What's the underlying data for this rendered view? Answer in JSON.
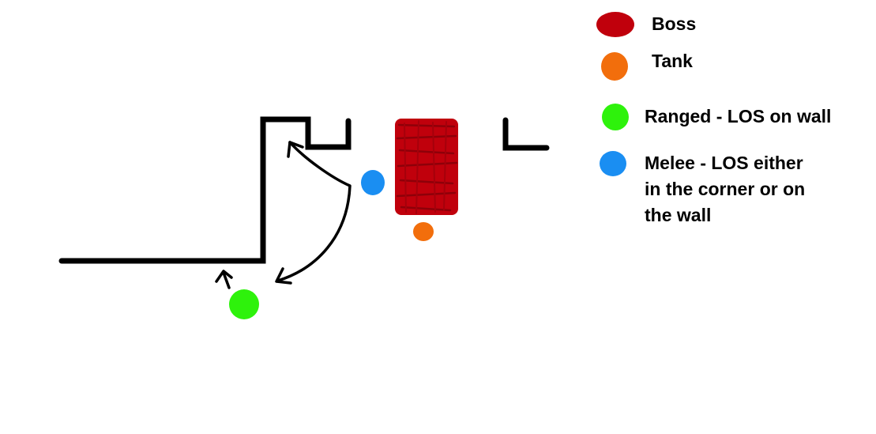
{
  "colors": {
    "boss": "#c0000c",
    "tank": "#f26e0c",
    "ranged": "#2ef20c",
    "melee": "#1a8ef2",
    "wall": "#000000"
  },
  "legend": [
    {
      "role": "boss",
      "label": "Boss",
      "color": "#c0000c"
    },
    {
      "role": "tank",
      "label": "Tank",
      "color": "#f26e0c"
    },
    {
      "role": "ranged",
      "label": "Ranged - LOS on wall",
      "color": "#2ef20c"
    },
    {
      "role": "melee",
      "label_lines": [
        "Melee - LOS either",
        "in the corner or on",
        "the wall"
      ],
      "color": "#1a8ef2"
    }
  ]
}
